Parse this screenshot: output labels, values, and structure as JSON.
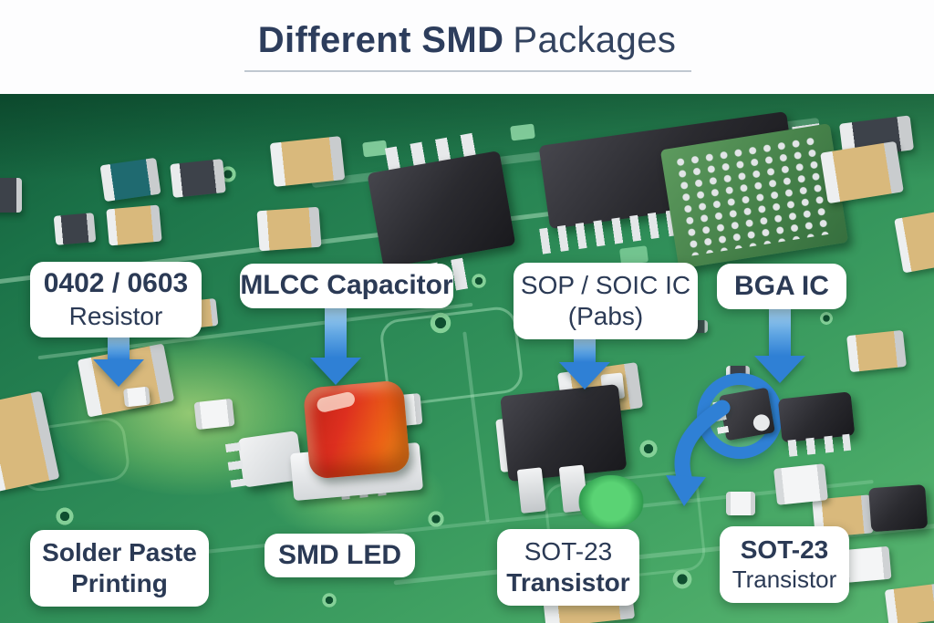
{
  "title": {
    "part1": "Different SMD",
    "part2": "Packages"
  },
  "annotations": {
    "resistor": {
      "line1": "0402 / 0603",
      "line2": "Resistor"
    },
    "mlcc": {
      "text": "MLCC Capacitor"
    },
    "sop": {
      "line1": "SOP / SOIC IC",
      "line2": "(Pabs)"
    },
    "bga": {
      "text": "BGA IC"
    },
    "solder_paste": {
      "line1": "Solder Paste",
      "line2": "Printing"
    },
    "smd_led": {
      "text": "SMD LED"
    },
    "sot23_left": {
      "line1": "SOT-23",
      "line2": "Transistor"
    },
    "sot23_right": {
      "line1": "SOT-23",
      "line2": "Transistor"
    }
  },
  "colors": {
    "arrow_blue": "#2f80d5",
    "pcb_green": "#2f9156",
    "label_text": "#2b3a55",
    "title_text": "#2d3d5c",
    "highlight_ring_blue": "#2f80d5",
    "led_red": "#dd2f1f",
    "capacitor_tan": "#d9b97c"
  }
}
